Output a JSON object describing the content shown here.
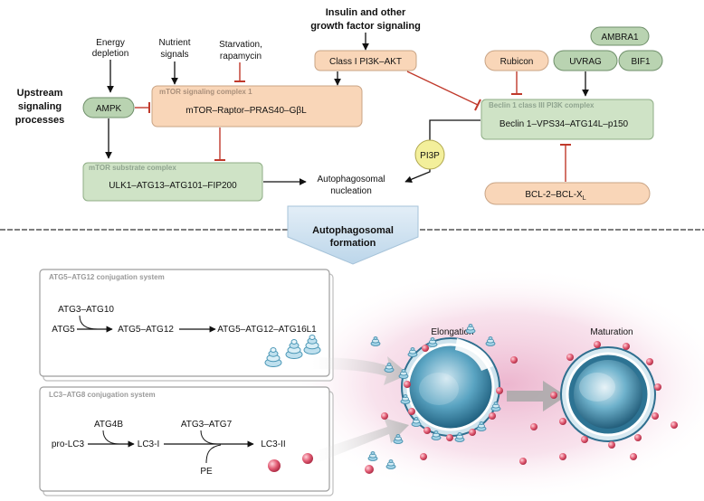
{
  "upstream": {
    "label_line1": "Upstream",
    "label_line2": "signaling",
    "label_line3": "processes",
    "energy_line1": "Energy",
    "energy_line2": "depletion",
    "nutrient_line1": "Nutrient",
    "nutrient_line2": "signals",
    "starvation_line1": "Starvation,",
    "starvation_line2": "rapamycin",
    "insulin_line1": "Insulin and other",
    "insulin_line2": "growth factor signaling"
  },
  "nodes": {
    "ampk": "AMPK",
    "mtorc1_caption": "mTOR signaling complex 1",
    "mtorc1_label": "mTOR–Raptor–PRAS40–GβL",
    "pi3k_akt": "Class I PI3K–AKT",
    "rubicon": "Rubicon",
    "uvrag": "UVRAG",
    "ambra1": "AMBRA1",
    "bif1": "BIF1",
    "beclin_caption": "Beclin 1 class III PI3K complex",
    "beclin_label": "Beclin 1–VPS34–ATG14L–p150",
    "pi3p": "PI3P",
    "mtor_substrate_caption": "mTOR substrate complex",
    "ulk1_label": "ULK1–ATG13–ATG101–FIP200",
    "nucleation_line1": "Autophagosomal",
    "nucleation_line2": "nucleation",
    "bcl2_label": "BCL-2–BCL-X",
    "bcl2_sub": "L"
  },
  "formation": {
    "line1": "Autophagosomal",
    "line2": "formation"
  },
  "atg5_system": {
    "title": "ATG5–ATG12 conjugation system",
    "enzyme": "ATG3–ATG10",
    "atg5": "ATG5",
    "atg5_atg12": "ATG5–ATG12",
    "atg5_atg12_atg16l1": "ATG5–ATG12–ATG16L1"
  },
  "lc3_system": {
    "title": "LC3–ATG8 conjugation system",
    "atg4b": "ATG4B",
    "atg3_atg7": "ATG3–ATG7",
    "pro_lc3": "pro-LC3",
    "lc3_i": "LC3-I",
    "lc3_ii": "LC3-II",
    "pe": "PE"
  },
  "stages": {
    "elongation": "Elongation",
    "maturation": "Maturation"
  },
  "colors": {
    "orange_box": "#f9d6b8",
    "green_box": "#cfe3c6",
    "green_pill": "#b9d3b1",
    "inhibit_red": "#c0392b",
    "pi3p_yellow": "#f3ef9b",
    "lc3_pink": "#e15b73",
    "vesicle_blue": "#3d8fb0"
  }
}
